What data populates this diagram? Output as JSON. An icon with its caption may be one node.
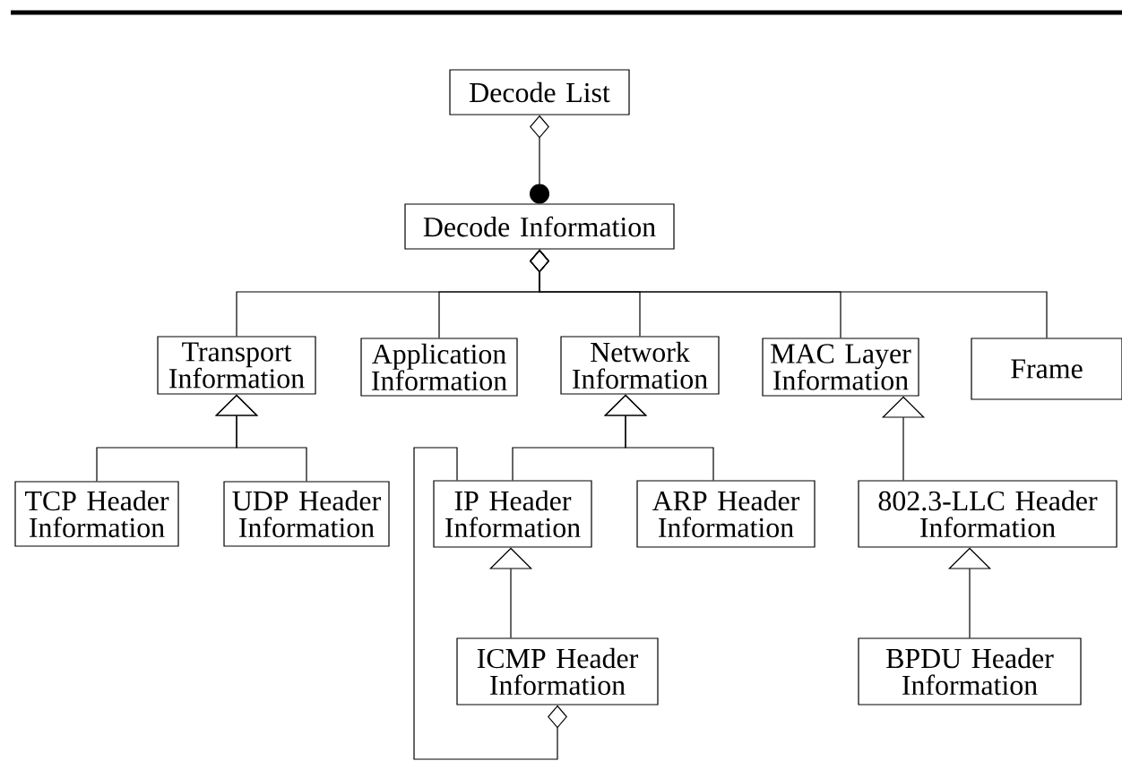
{
  "diagram": {
    "nodes": [
      {
        "text": [
          "Decode List"
        ]
      },
      {
        "text": [
          "Decode Information"
        ]
      },
      {
        "text": [
          "Transport Information"
        ]
      },
      {
        "text": [
          "Application Information"
        ]
      },
      {
        "text": [
          "Network Information"
        ]
      },
      {
        "text": [
          "MAC Layer Information"
        ]
      },
      {
        "text": [
          "Frame"
        ]
      },
      {
        "text": [
          "TCP Header Information"
        ]
      },
      {
        "text": [
          "UDP Header Information"
        ]
      },
      {
        "text": [
          "IP Header Information"
        ]
      },
      {
        "text": [
          "ARP Header Information"
        ]
      },
      {
        "text": [
          "802.3-LLC Header Information"
        ]
      },
      {
        "text": [
          "ICMP Header Information"
        ]
      },
      {
        "text": [
          "BPDU Header Information"
        ]
      }
    ],
    "edges": [
      {
        "from": 0,
        "to": 1,
        "arrow": "other"
      },
      {
        "from": 1,
        "to": 2,
        "arrow": "other"
      },
      {
        "from": 1,
        "to": 3,
        "arrow": "other"
      },
      {
        "from": 1,
        "to": 4,
        "arrow": "other"
      },
      {
        "from": 1,
        "to": 5,
        "arrow": "other"
      },
      {
        "from": 1,
        "to": 6,
        "arrow": "other"
      },
      {
        "from": 7,
        "to": 2,
        "arrow": "to"
      },
      {
        "from": 8,
        "to": 2,
        "arrow": "to"
      },
      {
        "from": 9,
        "to": 4,
        "arrow": "to"
      },
      {
        "from": 10,
        "to": 4,
        "arrow": "to"
      },
      {
        "from": 12,
        "to": 9,
        "arrow": "to"
      },
      {
        "from": 11,
        "to": 5,
        "arrow": "to"
      },
      {
        "from": 13,
        "to": 11,
        "arrow": "to"
      },
      {
        "from": 12,
        "to": 9,
        "arrow": "other"
      }
    ]
  }
}
